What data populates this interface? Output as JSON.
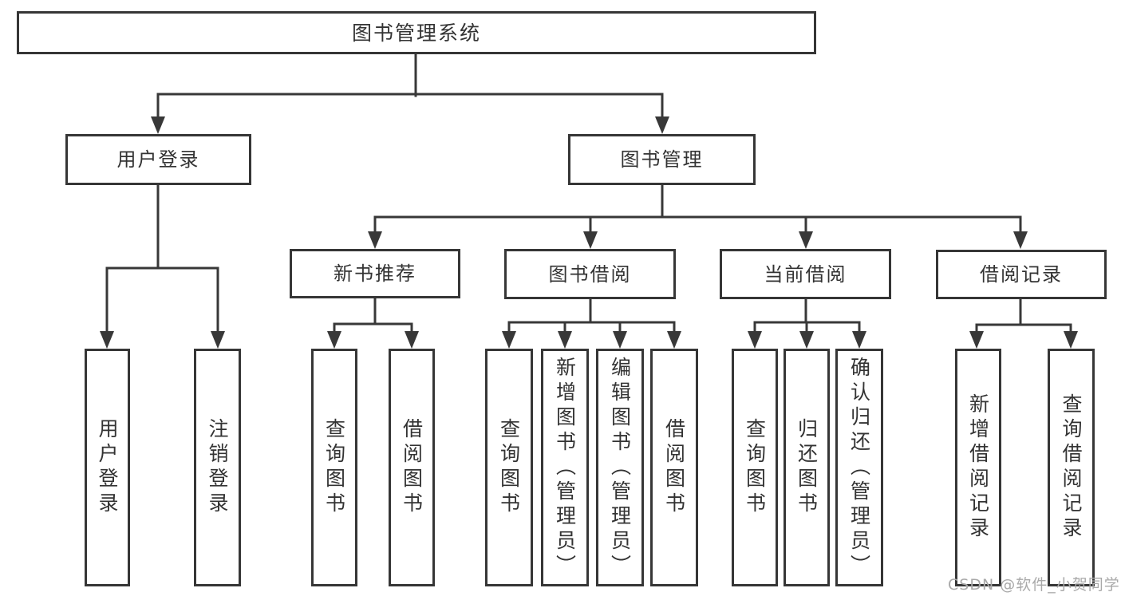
{
  "title": "图书管理系统",
  "tree": {
    "root": {
      "label": "图书管理系统",
      "children": [
        {
          "label": "用户登录",
          "children": [
            {
              "label": "用户登录"
            },
            {
              "label": "注销登录"
            }
          ]
        },
        {
          "label": "图书管理",
          "children": [
            {
              "label": "新书推荐",
              "children": [
                {
                  "label": "查询图书"
                },
                {
                  "label": "借阅图书"
                }
              ]
            },
            {
              "label": "图书借阅",
              "children": [
                {
                  "label": "查询图书"
                },
                {
                  "label": "新增图书（管理员）"
                },
                {
                  "label": "编辑图书（管理员）"
                },
                {
                  "label": "借阅图书"
                }
              ]
            },
            {
              "label": "当前借阅",
              "children": [
                {
                  "label": "查询图书"
                },
                {
                  "label": "归还图书"
                },
                {
                  "label": "确认归还（管理员）"
                }
              ]
            },
            {
              "label": "借阅记录",
              "children": [
                {
                  "label": "新增借阅记录"
                },
                {
                  "label": "查询借阅记录"
                }
              ]
            }
          ]
        }
      ]
    }
  },
  "watermark": "CSDN @软件_小贺同学",
  "colors": {
    "line": "#383838",
    "box_border": "#363636",
    "text": "#333333",
    "watermark": "#a9a9a9",
    "background": "#ffffff"
  }
}
